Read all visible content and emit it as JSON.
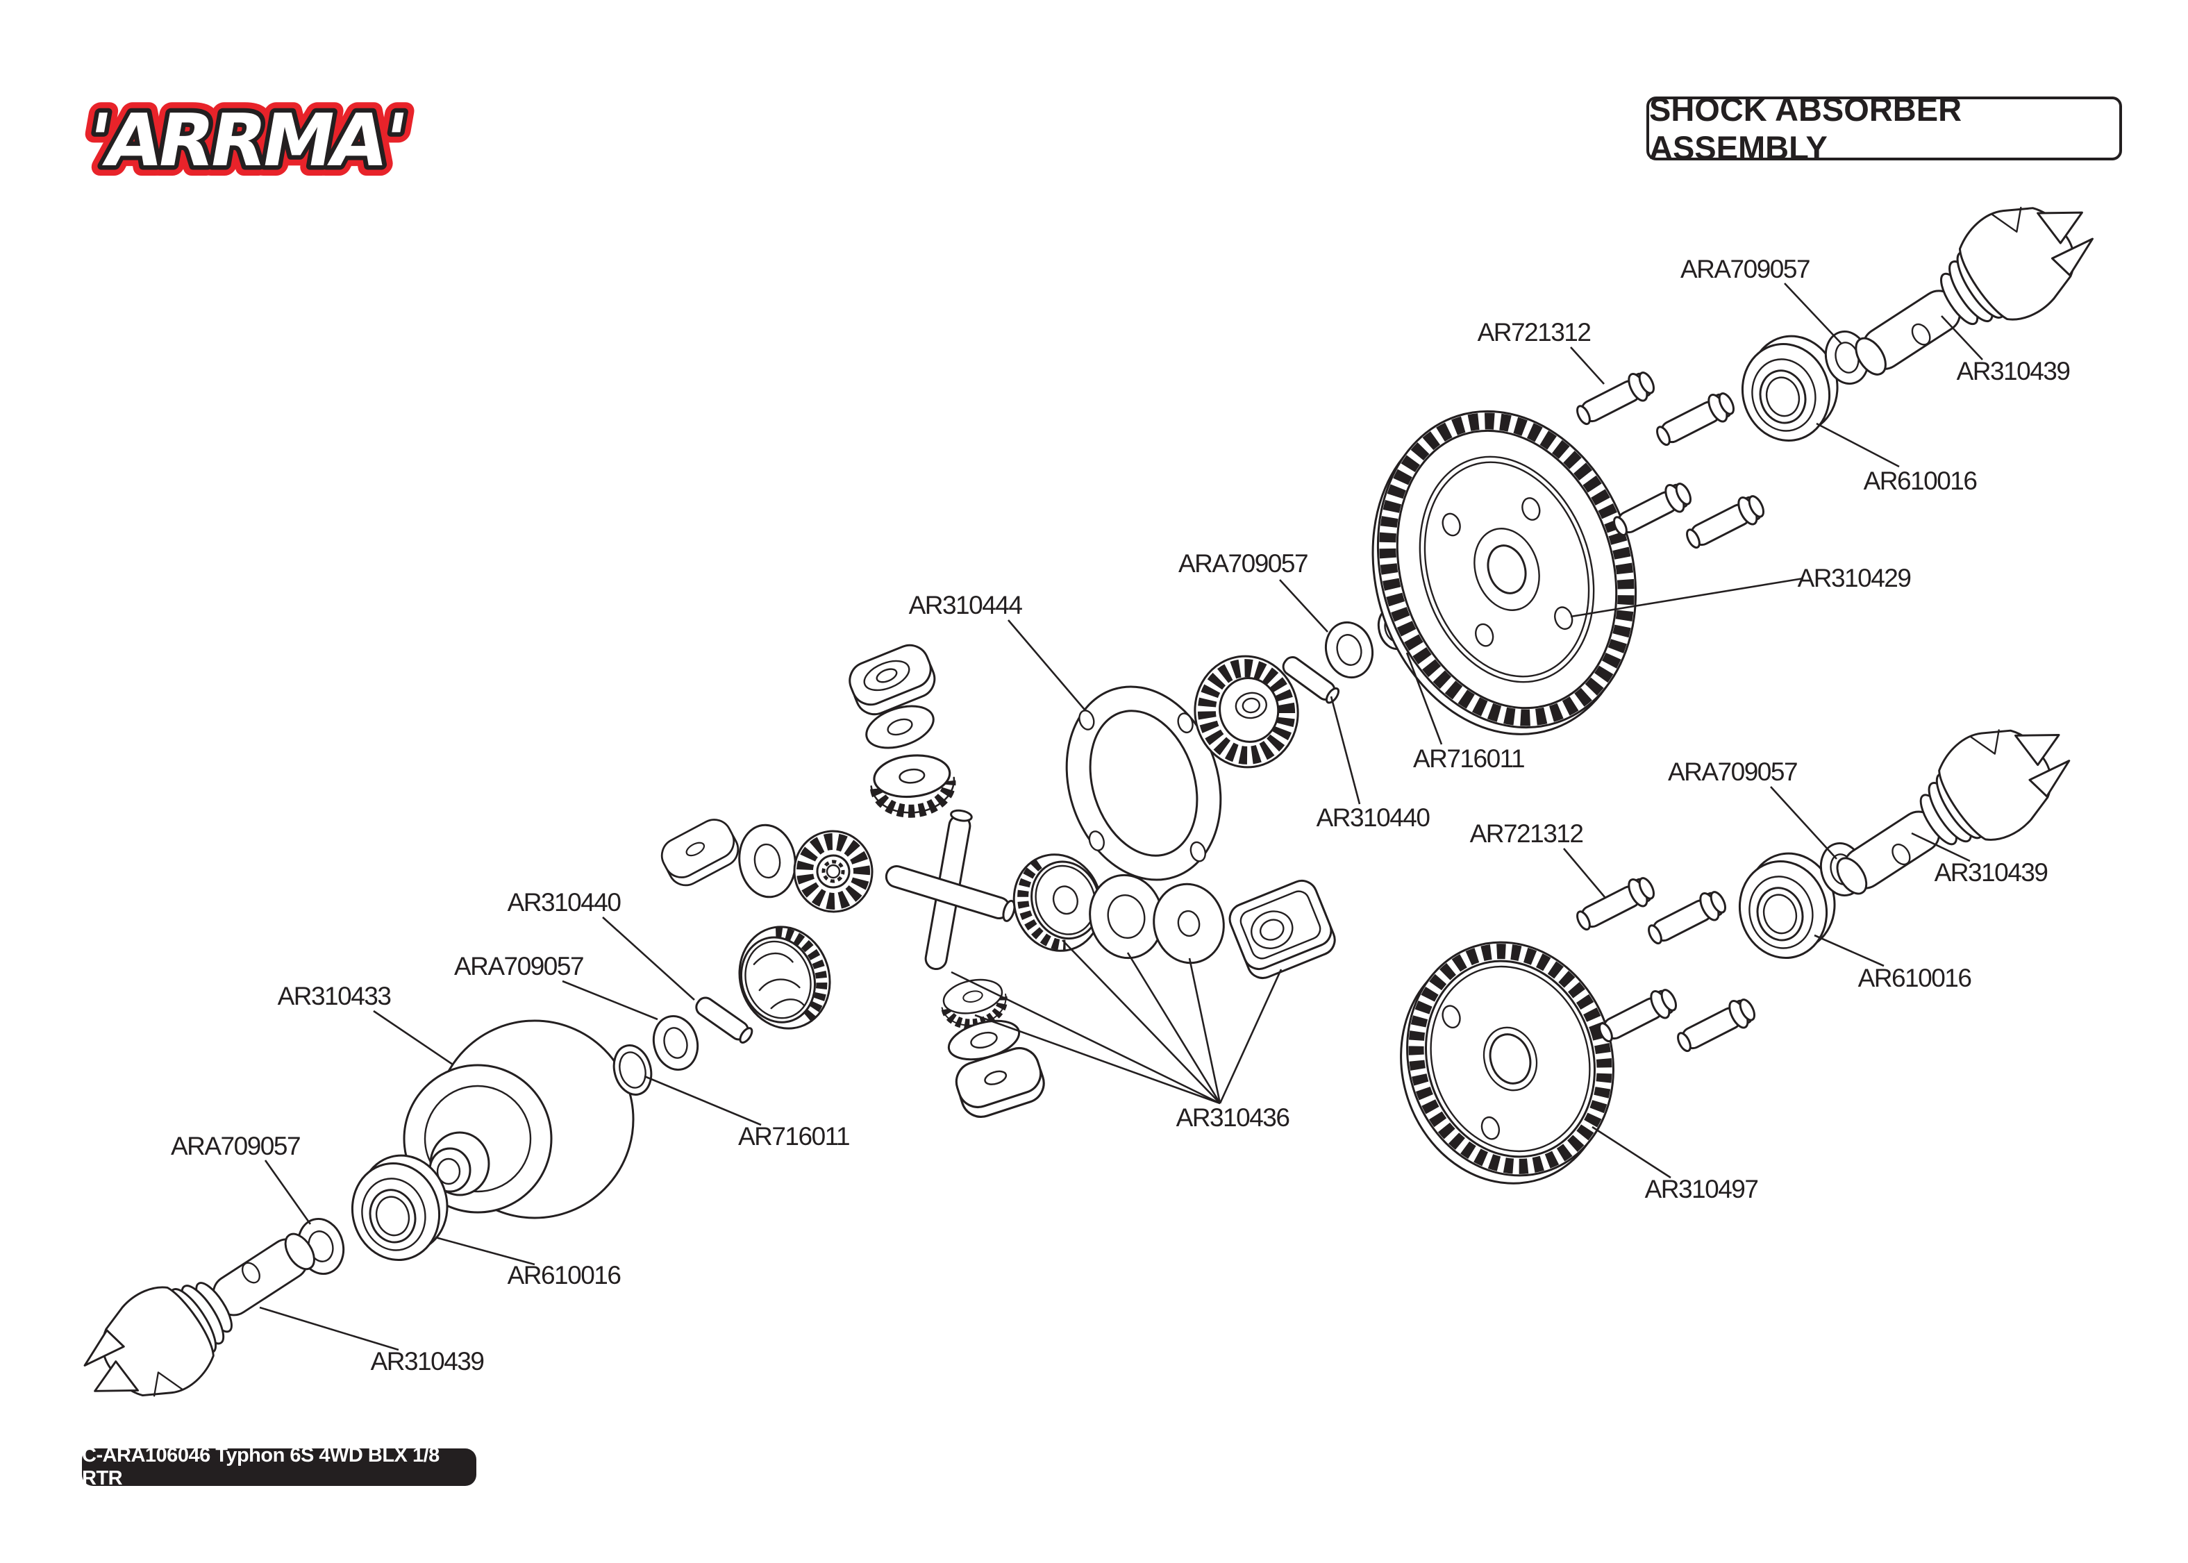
{
  "header": {
    "logo_text": "'ARRMA'",
    "title": "SHOCK ABSORBER ASSEMBLY"
  },
  "footer": {
    "model_badge": "C-ARA106046 Typhon 6S 4WD BLX 1/8 RTR"
  },
  "colors": {
    "brand_red": "#e8232a",
    "ink": "#231f20",
    "background": "#ffffff"
  },
  "diagram": {
    "description": "Exploded differential assembly drawing with part number callouts",
    "callouts": [
      {
        "part": "ARA709057"
      },
      {
        "part": "AR721312"
      },
      {
        "part": "AR310439"
      },
      {
        "part": "AR610016"
      },
      {
        "part": "AR310429"
      },
      {
        "part": "ARA709057"
      },
      {
        "part": "AR310444"
      },
      {
        "part": "AR716011"
      },
      {
        "part": "AR310440"
      },
      {
        "part": "ARA709057"
      },
      {
        "part": "AR721312"
      },
      {
        "part": "AR310439"
      },
      {
        "part": "AR610016"
      },
      {
        "part": "AR310440"
      },
      {
        "part": "ARA709057"
      },
      {
        "part": "AR310433"
      },
      {
        "part": "AR716011"
      },
      {
        "part": "AR310436"
      },
      {
        "part": "ARA709057"
      },
      {
        "part": "AR310497"
      },
      {
        "part": "AR610016"
      },
      {
        "part": "AR310439"
      }
    ]
  }
}
